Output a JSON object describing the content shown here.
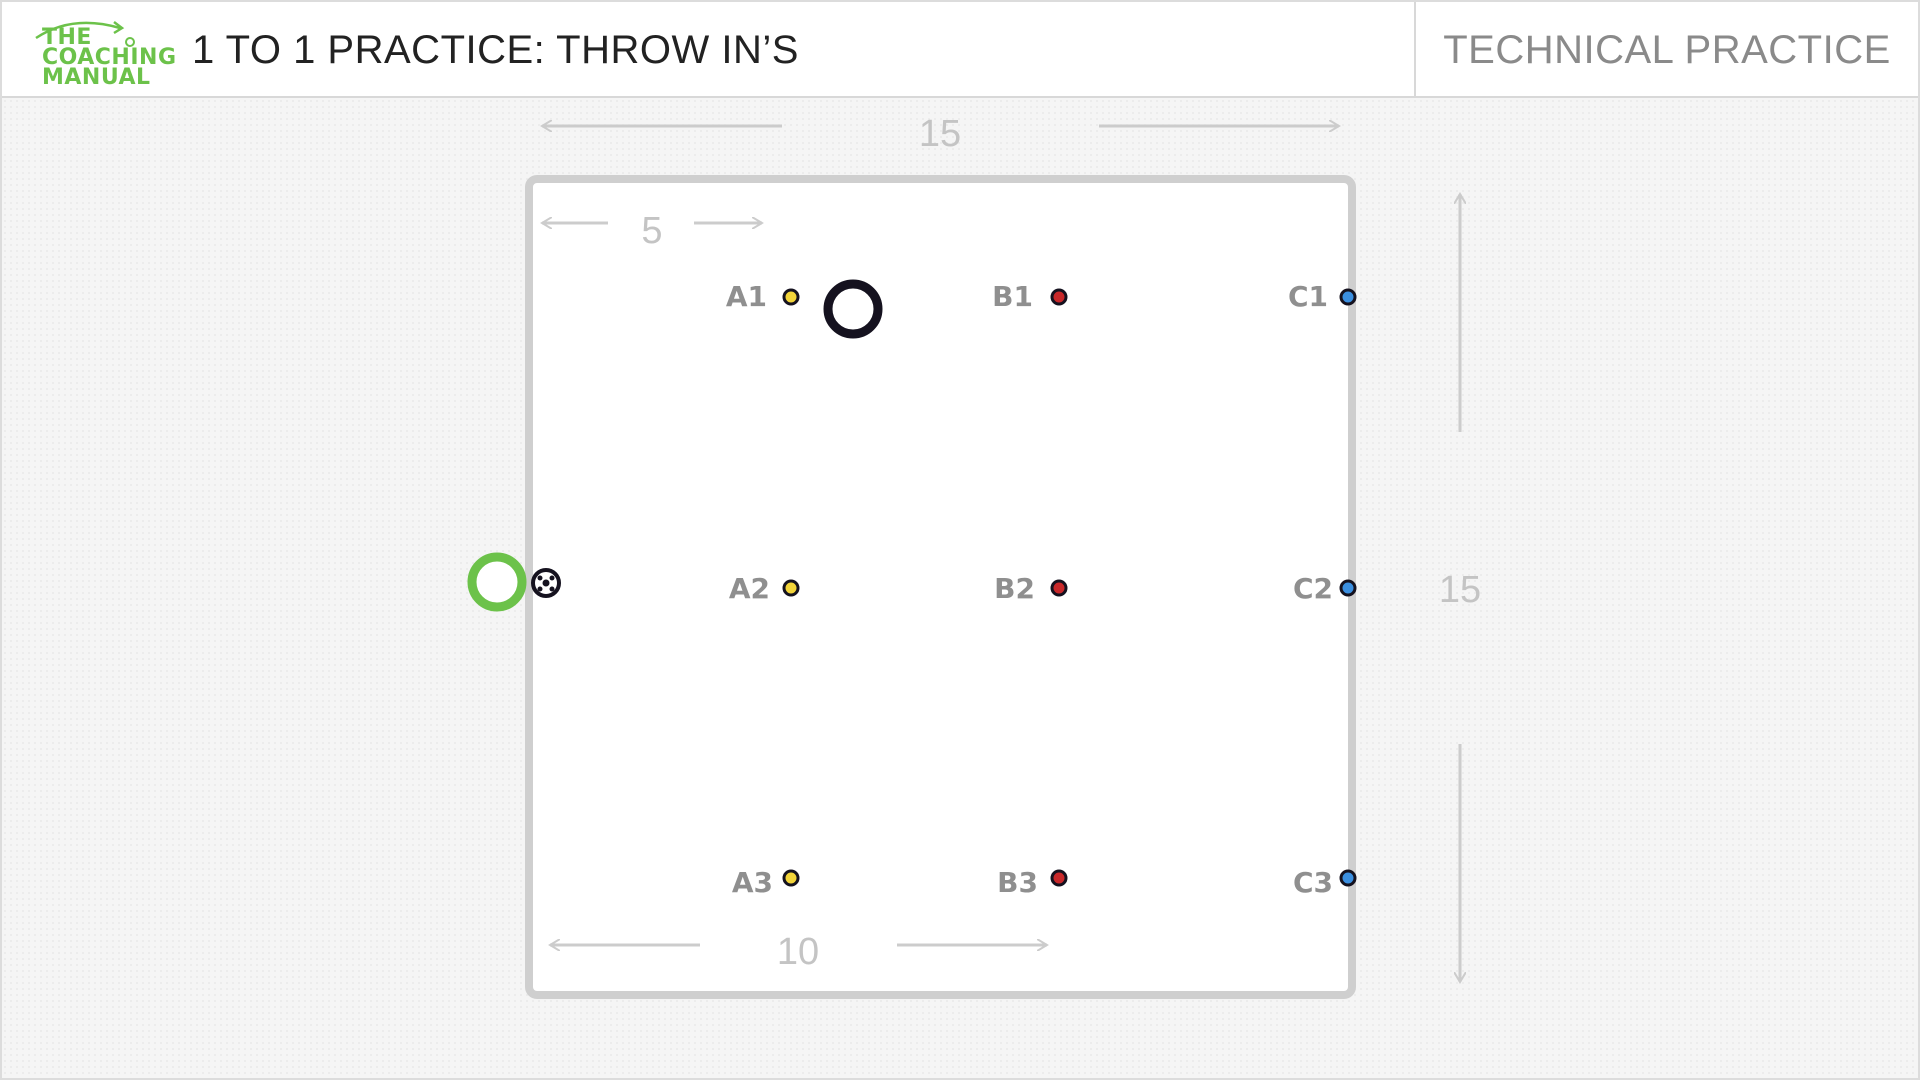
{
  "header": {
    "logo_lines": [
      "THE",
      "COACHING",
      "MANUAL"
    ],
    "title": "1 TO 1 PRACTICE: THROW IN’S",
    "category": "TECHNICAL PRACTICE"
  },
  "dimensions": {
    "top_width": "15",
    "right_height": "15",
    "inner_top_gap": "5",
    "inner_bottom_width": "10"
  },
  "positions": [
    {
      "label": "A1",
      "team_color": "#f2d43a"
    },
    {
      "label": "B1",
      "team_color": "#c8282a"
    },
    {
      "label": "C1",
      "team_color": "#3b8fe0"
    },
    {
      "label": "A2",
      "team_color": "#f2d43a"
    },
    {
      "label": "B2",
      "team_color": "#c8282a"
    },
    {
      "label": "C2",
      "team_color": "#3b8fe0"
    },
    {
      "label": "A3",
      "team_color": "#f2d43a"
    },
    {
      "label": "B3",
      "team_color": "#c8282a"
    },
    {
      "label": "C3",
      "team_color": "#3b8fe0"
    }
  ],
  "players": {
    "thrower_color": "#6cc24a",
    "defender_color": "#15121f"
  },
  "icons": {
    "ball": "football-icon",
    "logo_arrow": "curved-arrow-icon"
  },
  "colors": {
    "pitch_line": "#cfcfcf",
    "arrow": "#cccccc",
    "brand_green": "#6cc24a"
  }
}
